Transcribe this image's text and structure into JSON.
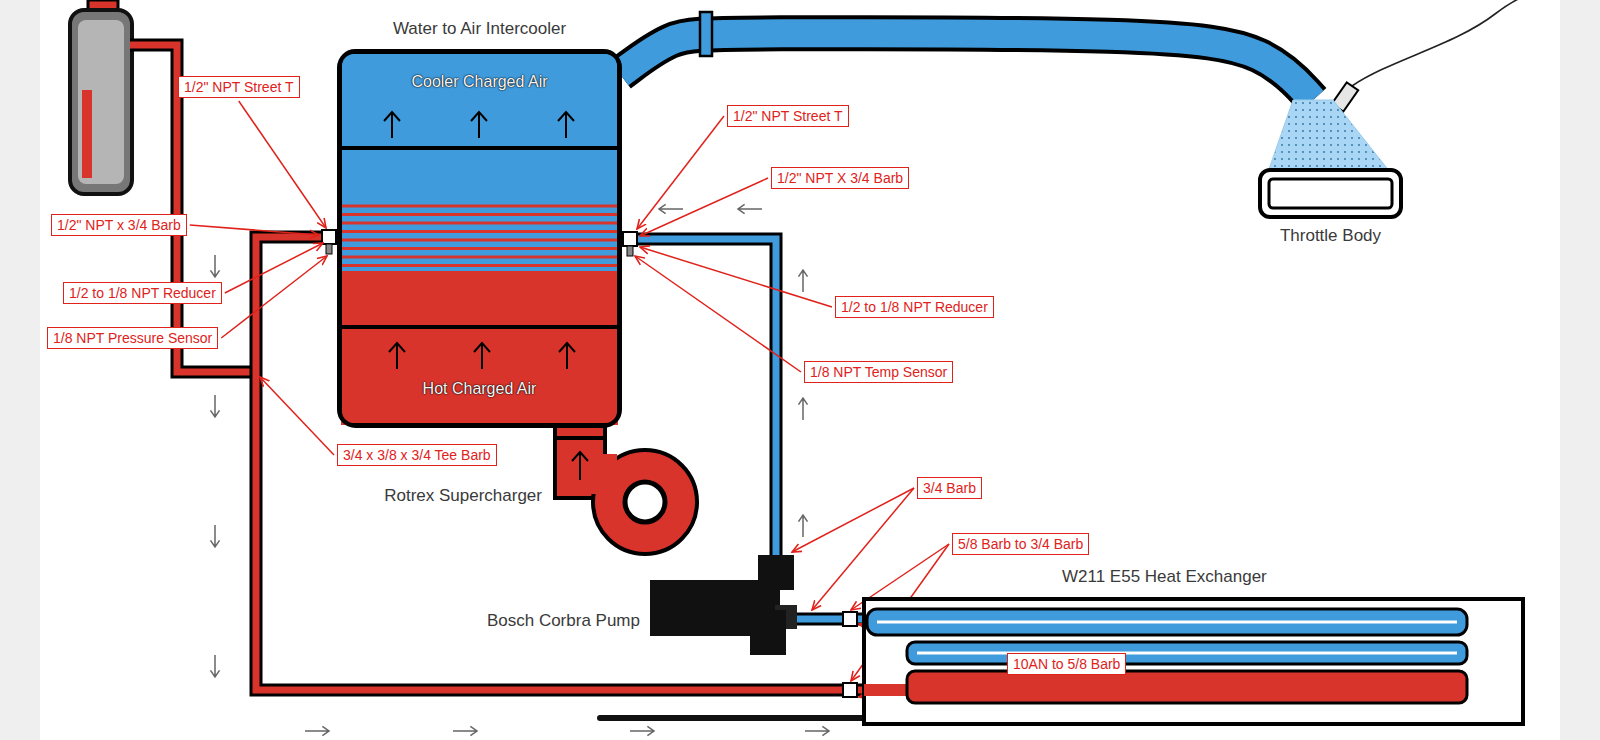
{
  "diagram": {
    "nodes": [
      {
        "text": [
          "Water to Air Intercooler"
        ]
      },
      {
        "text": [
          "Cooler Charged Air"
        ],
        "in": 0
      },
      {
        "text": [
          "Hot Charged Air"
        ],
        "in": 0
      },
      {
        "text": [
          "Throttle Body"
        ]
      },
      {
        "text": [
          "Rotrex Supercharger"
        ]
      },
      {
        "text": [
          "Bosch Corbra Pump"
        ]
      },
      {
        "text": [
          "W211 E55 Heat Exchanger"
        ]
      }
    ],
    "edges": [
      {
        "from": 0,
        "to": 3,
        "arrow": "none"
      },
      {
        "from": 4,
        "to": 0,
        "arrow": "none"
      },
      {
        "from": 5,
        "to": 0,
        "arrow": "none"
      },
      {
        "from": 0,
        "to": 6,
        "arrow": "none"
      },
      {
        "from": 6,
        "to": 5,
        "arrow": "none"
      }
    ],
    "labels": [
      "1/2\" NPT Street T",
      "1/2\" NPT Street T",
      "1/2\" NPT X 3/4 Barb",
      "1/2\" NPT x 3/4 Barb",
      "1/2 to 1/8 NPT Reducer",
      "1/2 to 1/8 NPT Reducer",
      "1/8 NPT Pressure Sensor",
      "1/8 NPT Temp Sensor",
      "3/4 x 3/8 x 3/4 Tee Barb",
      "3/4 Barb",
      "5/8 Barb to 3/4 Barb",
      "10AN to 5/8 Barb"
    ]
  }
}
